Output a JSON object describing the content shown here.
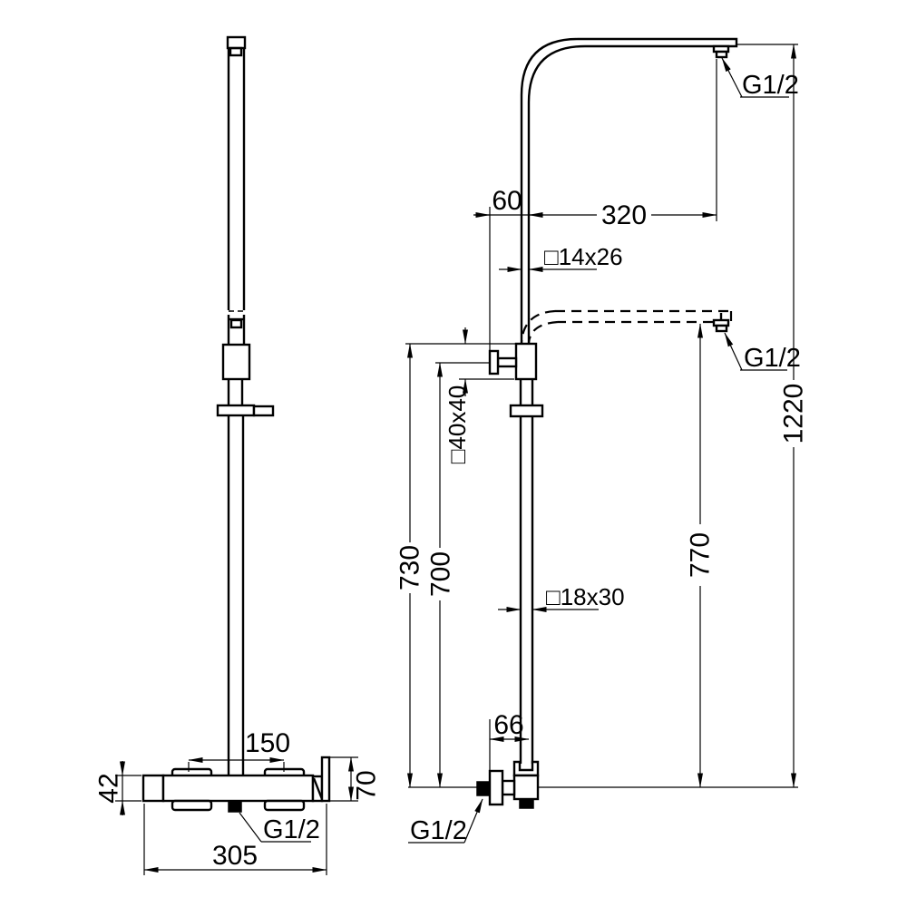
{
  "drawing": {
    "title": "shower-column-technical-drawing",
    "colors": {
      "line": "#000000",
      "background": "#ffffff"
    },
    "front_view": {
      "dim_handle_spacing": "150",
      "dim_body_height": "42",
      "dim_lever_height": "70",
      "dim_overall_width": "305",
      "thread_bottom_inlet": "G1/2"
    },
    "side_view": {
      "dim_wall_offset": "60",
      "dim_arm_reach": "320",
      "dim_upper_pipe_section": "□14x26",
      "dim_bracket_section": "□40x40",
      "dim_height_730": "730",
      "dim_height_700": "700",
      "dim_height_770": "770",
      "dim_total_height": "1220",
      "dim_lower_pipe_section": "□18x30",
      "dim_inlet_offset": "66",
      "thread_shower_head": "G1/2",
      "thread_hand_shower": "G1/2",
      "thread_wall_inlet": "G1/2"
    }
  }
}
